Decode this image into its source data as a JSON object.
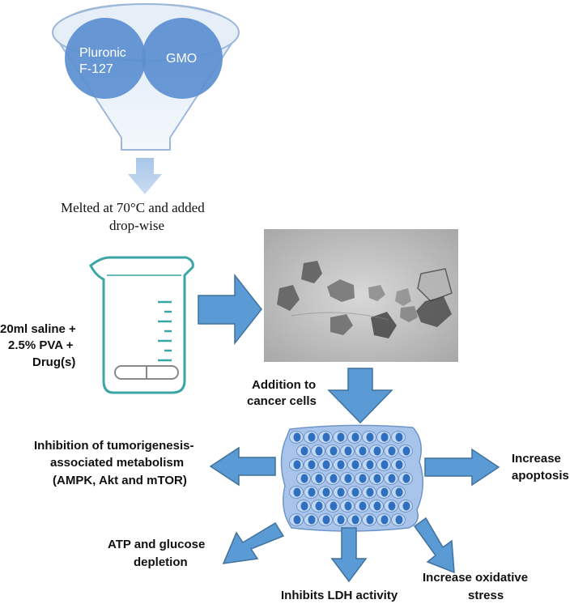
{
  "funnel": {
    "ingredient_1_line1": "Pluronic",
    "ingredient_1_line2": "F-127",
    "ingredient_2": "GMO"
  },
  "step_melt": {
    "line1": "Melted at 70°C and added",
    "line2": "drop-wise"
  },
  "beaker_contents": {
    "line1": "20ml saline +",
    "line2": "2.5% PVA +",
    "line3": "Drug(s)"
  },
  "step_addition": {
    "line1": "Addition to",
    "line2": "cancer cells"
  },
  "effects": {
    "inhibition_line1": "Inhibition of tumorigenesis-",
    "inhibition_line2": "associated metabolism",
    "inhibition_line3": "(AMPK, Akt and mTOR)",
    "apoptosis_line1": "Increase",
    "apoptosis_line2": "apoptosis",
    "atp_line1": "ATP and glucose",
    "atp_line2": "depletion",
    "ldh": "Inhibits LDH activity",
    "oxidative_line1": "Increase oxidative",
    "oxidative_line2": "stress"
  },
  "colors": {
    "arrow_blue": "#5b9bd5",
    "arrow_stroke": "#41719c",
    "circle_blue": "#5b8fd0",
    "beaker_teal": "#3aa6a6"
  }
}
